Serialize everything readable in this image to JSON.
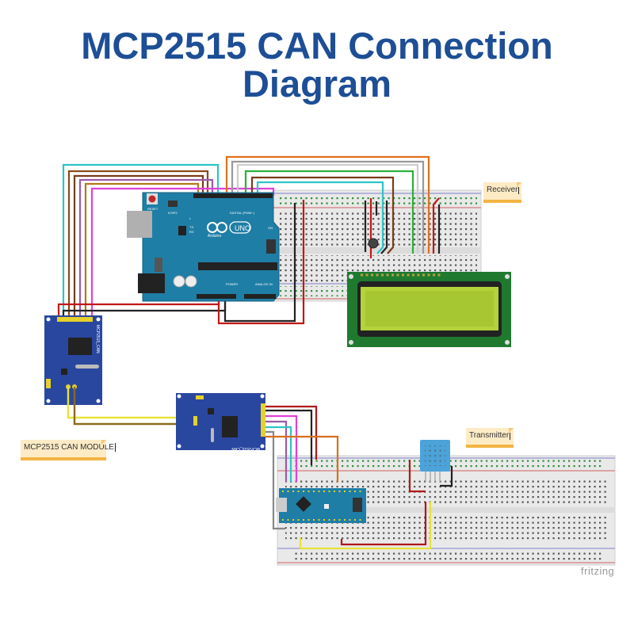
{
  "title": {
    "line1": "MCP2515 CAN Connection",
    "line2": "Diagram"
  },
  "labels": {
    "receiver": "Receiver",
    "transmitter": "Transmitter",
    "can_module": "MCP2515 CAN MODULE",
    "watermark": "fritzing"
  },
  "boards": {
    "uno": {
      "name": "UNO",
      "brand": "Arduino",
      "reset": "RESET",
      "icsp": "ICSP2",
      "digital": "DIGITAL (PWM~)",
      "power": "POWER",
      "analog": "ANALOG IN",
      "on": "ON",
      "tx": "TX",
      "rx": "RX",
      "l": "L"
    },
    "mcp_module_1": {
      "name": "MCP2515_CAN"
    },
    "mcp_module_2": {
      "name": "MCP2515_CAN"
    }
  },
  "colors": {
    "title": "#1d4e96",
    "arduino": "#1f7ea6",
    "mcp_board": "#2a47a0",
    "lcd_pcb": "#1f7a30",
    "lcd_screen": "#b4d23a",
    "dht": "#4ba3d9",
    "note_bg": "#fdebc6",
    "note_bar": "#f2b442"
  }
}
